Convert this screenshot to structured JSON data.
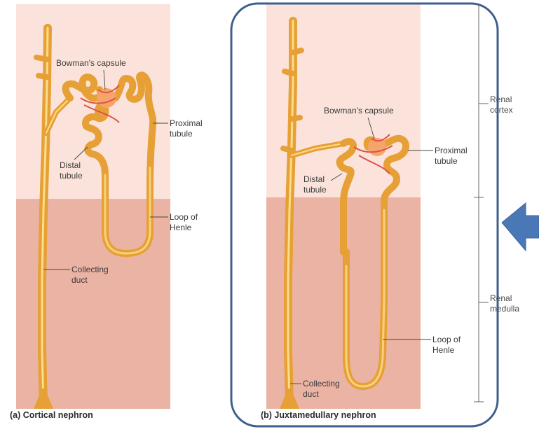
{
  "panel_a": {
    "caption": "(a) Cortical nephron",
    "labels": {
      "bowmans_capsule": "Bowman's capsule",
      "proximal_tubule_1": "Proximal",
      "proximal_tubule_2": "tubule",
      "distal_tubule_1": "Distal",
      "distal_tubule_2": "tubule",
      "loop_of_henle_1": "Loop of",
      "loop_of_henle_2": "Henle",
      "collecting_duct_1": "Collecting",
      "collecting_duct_2": "duct"
    }
  },
  "panel_b": {
    "caption": "(b) Juxtamedullary nephron",
    "labels": {
      "bowmans_capsule": "Bowman's capsule",
      "proximal_tubule_1": "Proximal",
      "proximal_tubule_2": "tubule",
      "distal_tubule_1": "Distal",
      "distal_tubule_2": "tubule",
      "loop_of_henle_1": "Loop of",
      "loop_of_henle_2": "Henle",
      "collecting_duct_1": "Collecting",
      "collecting_duct_2": "duct"
    }
  },
  "zones": {
    "renal_cortex_1": "Renal",
    "renal_cortex_2": "cortex",
    "renal_medulla_1": "Renal",
    "renal_medulla_2": "medulla"
  },
  "colors": {
    "cortex": "#fbe3dc",
    "medulla": "#eab3a3",
    "tubule": "#f3b640",
    "tubule_highlight": "#fddc8a",
    "capillary": "#e0524a",
    "frame": "#3e5f8c",
    "arrow": "#4a77b5"
  }
}
